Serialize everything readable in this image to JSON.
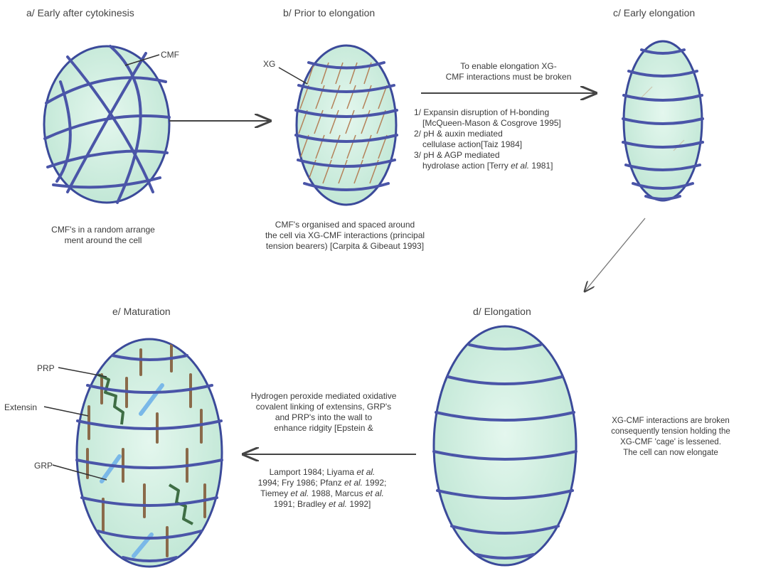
{
  "panels": {
    "a": {
      "title": "a/ Early after cytokinesis",
      "label_cmf": "CMF",
      "caption": [
        "CMF's in a random arrange",
        "ment around the cell"
      ]
    },
    "b": {
      "title": "b/ Prior to elongation",
      "label_xg": "XG",
      "caption": [
        "CMF's organised and spaced around",
        "the cell via XG-CMF interactions (principal",
        "tension bearers) [Carpita & Gibeaut 1993]"
      ]
    },
    "c": {
      "title": "c/ Early elongation"
    },
    "d": {
      "title": "d/ Elongation",
      "caption": [
        "XG-CMF interactions are broken",
        "consequently tension holding the",
        "XG-CMF 'cage' is lessened.",
        "The cell can now elongate"
      ]
    },
    "e": {
      "title": "e/ Maturation",
      "label_prp": "PRP",
      "label_extensin": "Extensin",
      "label_grp": "GRP"
    }
  },
  "notes": {
    "bc_heading": [
      "To enable elongation XG-",
      "CMF interactions must be broken"
    ],
    "bc_1a": "1/ Expansin disruption of H-bonding",
    "bc_1b": "[McQueen-Mason & Cosgrove 1995]",
    "bc_2a": "2/ pH & auxin mediated",
    "bc_2b": "cellulase action[Taiz 1984]",
    "bc_3a": "3/ pH & AGP mediated",
    "bc_3b_pre": "hydrolase action [Terry ",
    "bc_3b_etal": "et al.",
    "bc_3b_post": " 1981]",
    "de_top": [
      "Hydrogen peroxide mediated oxidative",
      "covalent linking of extensins, GRP's",
      "and PRP's into the wall to",
      "enhance ridgity [Epstein &"
    ],
    "de_bottom_1_pre": "Lamport 1984; Liyama ",
    "de_bottom_1_etal": "et al.",
    "de_bottom_2_pre": "1994; Fry 1986; Pfanz ",
    "de_bottom_2_etal": "et al.",
    "de_bottom_2_post": " 1992;",
    "de_bottom_3_pre": "Tiemey ",
    "de_bottom_3_etal": "et al.",
    "de_bottom_3_mid": " 1988, Marcus ",
    "de_bottom_3_etal2": "et al.",
    "de_bottom_4_pre": "1991; Bradley ",
    "de_bottom_4_etal": "et al.",
    "de_bottom_4_post": " 1992]"
  },
  "colors": {
    "cell_fill": "#c8ecdc",
    "cell_fill_center": "#e4f7ee",
    "cell_edge": "#3b4a9a",
    "cmf": "#4a55a8",
    "xg": "#b4825a",
    "extensin": "#8a6a4a",
    "prp": "#3f6e45",
    "grp": "#7ab8e8"
  }
}
